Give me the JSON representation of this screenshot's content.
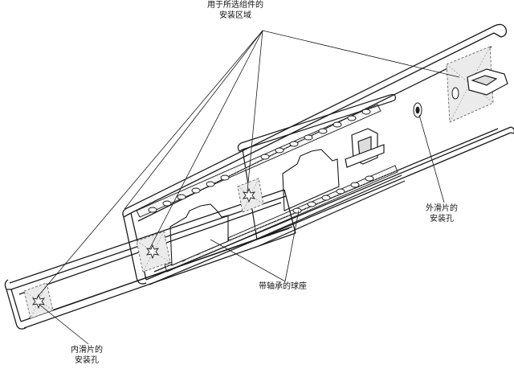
{
  "diagram": {
    "subject": "ball-bearing drawer slide",
    "colors": {
      "line": "#1a1a1a",
      "zone_fill": "#ebebeb",
      "zone_border": "#666666",
      "background": "#ffffff"
    }
  },
  "callouts": {
    "mounting_zone": {
      "line1": "用于所选组件的",
      "line2": "安装区域"
    },
    "outer_hole": {
      "line1": "外滑片的",
      "line2": "安装孔"
    },
    "bearing_seat": {
      "line1": "带轴承的球座"
    },
    "inner_hole": {
      "line1": "内滑片的",
      "line2": "安装孔"
    }
  }
}
